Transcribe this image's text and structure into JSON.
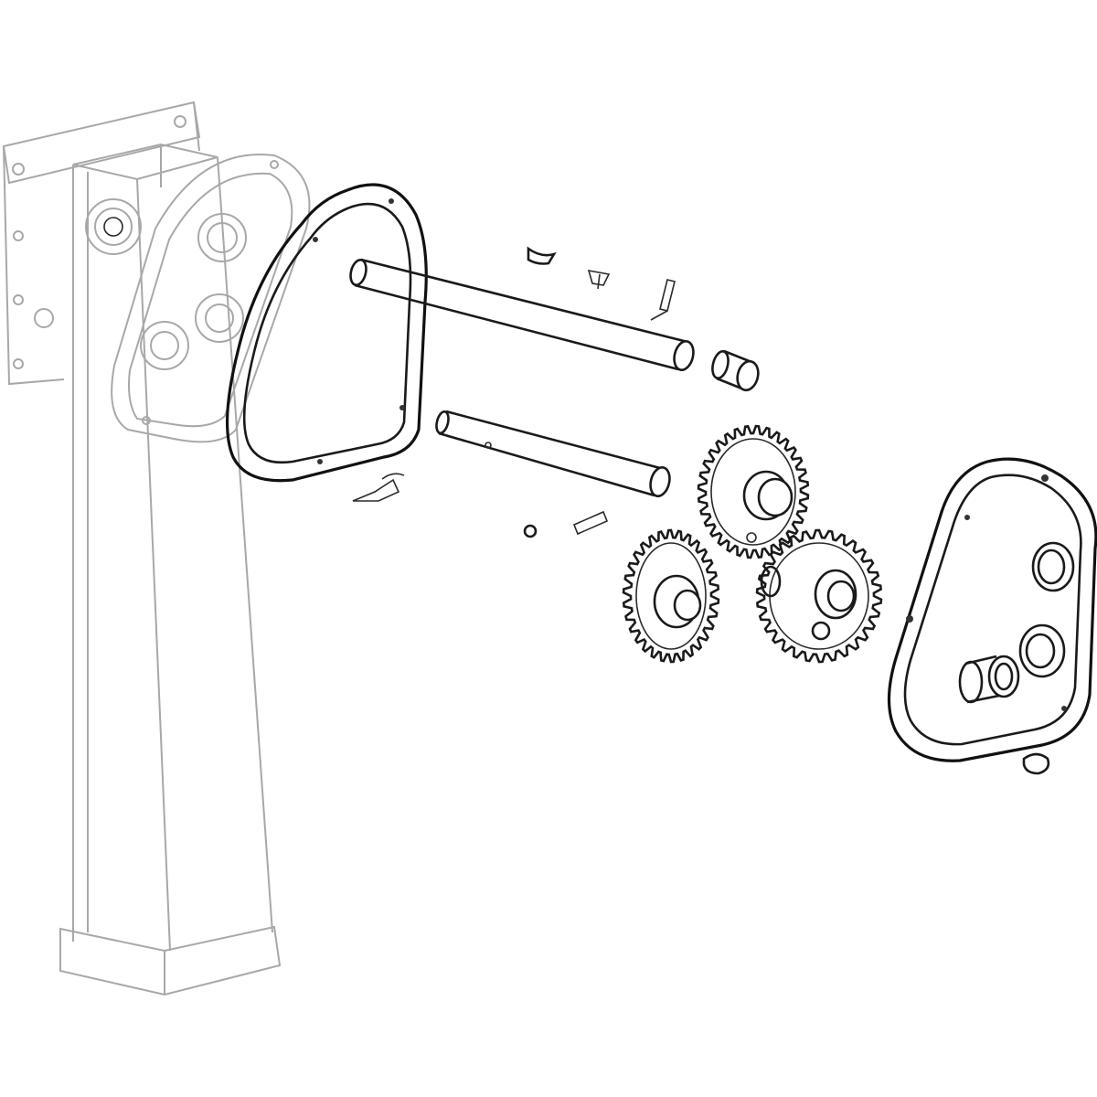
{
  "diagram": {
    "parts": [
      {
        "id": "column-housing",
        "icon": "gearbox-column-icon",
        "style": "faint"
      },
      {
        "id": "gasket",
        "icon": "gasket-icon",
        "style": "ink"
      },
      {
        "id": "upper-shaft",
        "icon": "shaft-icon",
        "style": "ink"
      },
      {
        "id": "lower-shaft",
        "icon": "shaft-icon",
        "style": "ink"
      },
      {
        "id": "bushing",
        "icon": "bushing-icon",
        "style": "ink"
      },
      {
        "id": "gear-upper",
        "icon": "gear-icon",
        "teeth": 32,
        "style": "ink"
      },
      {
        "id": "gear-left",
        "icon": "gear-icon",
        "teeth": 30,
        "style": "ink"
      },
      {
        "id": "gear-right",
        "icon": "gear-icon",
        "teeth": 30,
        "style": "ink"
      },
      {
        "id": "cover-plate",
        "icon": "cover-plate-icon",
        "style": "ink"
      },
      {
        "id": "small-parts",
        "icon": "fastener-icon",
        "style": "ink"
      }
    ]
  }
}
